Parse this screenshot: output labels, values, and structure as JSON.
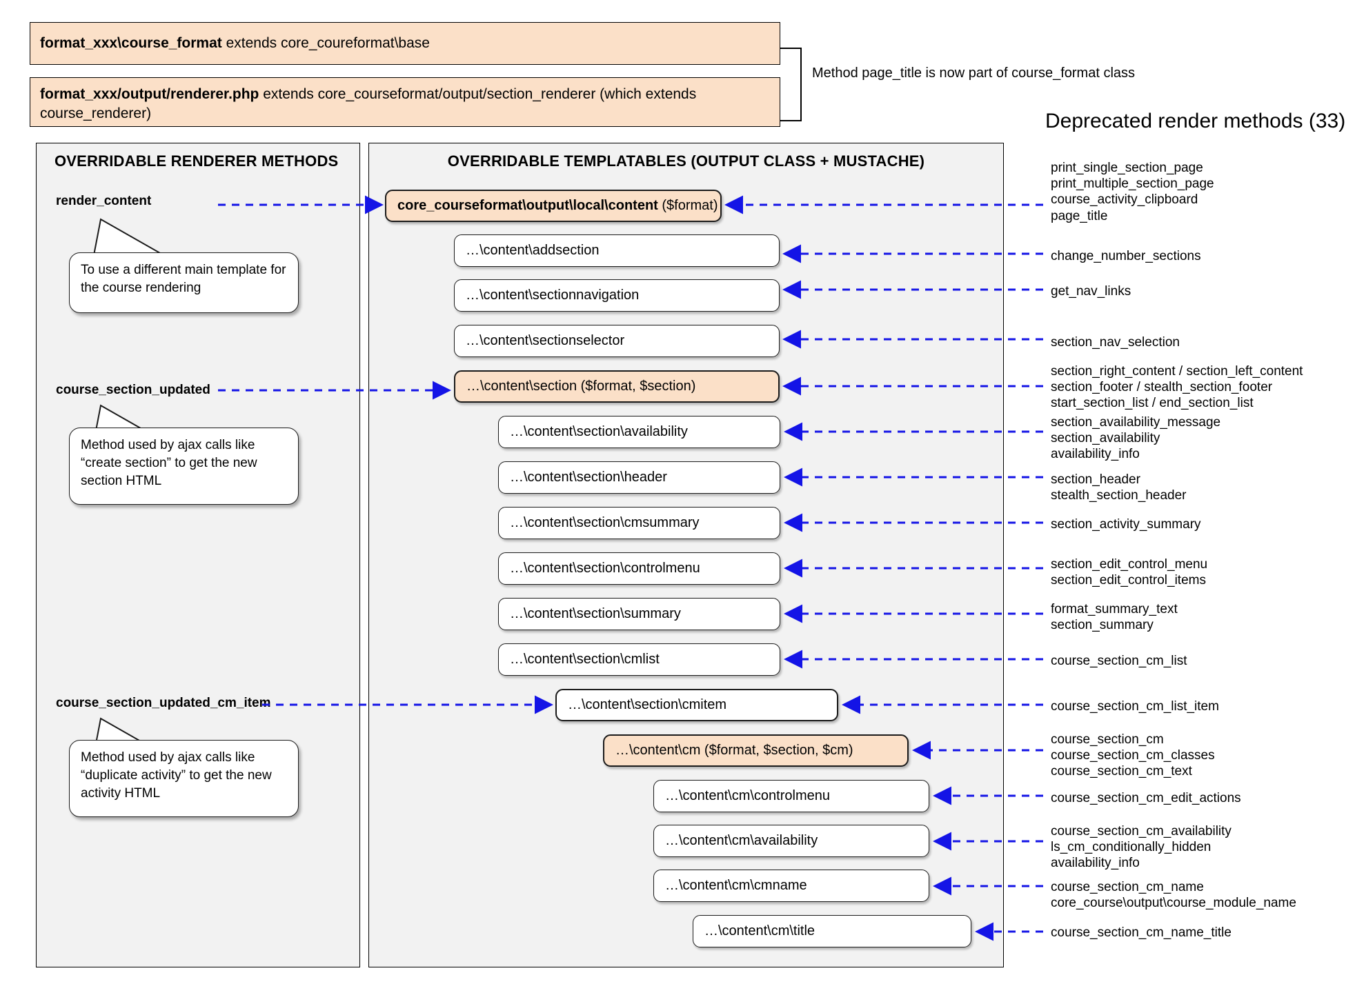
{
  "header": {
    "box1_bold": "format_xxx\\course_format",
    "box1_rest": " extends core_coureformat\\base",
    "box2_bold": "format_xxx/output/renderer.php",
    "box2_rest": " extends core_courseformat/output/section_renderer (which extends course_renderer)",
    "note": "Method page_title is now part of course_format class",
    "deprecated_title": "Deprecated render methods (33)"
  },
  "left_panel": {
    "title": "OVERRIDABLE RENDERER METHODS",
    "methods": [
      {
        "label": "render_content"
      },
      {
        "label": "course_section_updated"
      },
      {
        "label": "course_section_updated_cm_item"
      }
    ],
    "callouts": [
      {
        "line1": "To use a different main template for",
        "line2": "the course rendering",
        "line3": ""
      },
      {
        "line1": "Method used by ajax calls like",
        "line2": "“create section” to get the new",
        "line3": "section HTML"
      },
      {
        "line1": "Method used by ajax calls like",
        "line2": "“duplicate activity” to get the new",
        "line3": "activity HTML"
      }
    ]
  },
  "center_panel": {
    "title": "OVERRIDABLE TEMPLATABLES (OUTPUT CLASS + MUSTACHE)",
    "boxes": [
      {
        "bold": "core_courseformat\\output\\local\\content",
        "rest": " ($format)"
      },
      {
        "bold": "",
        "rest": "…\\content\\addsection"
      },
      {
        "bold": "",
        "rest": "…\\content\\sectionnavigation"
      },
      {
        "bold": "",
        "rest": "…\\content\\sectionselector"
      },
      {
        "bold": "",
        "rest": "…\\content\\section ($format, $section)"
      },
      {
        "bold": "",
        "rest": "…\\content\\section\\availability"
      },
      {
        "bold": "",
        "rest": "…\\content\\section\\header"
      },
      {
        "bold": "",
        "rest": "…\\content\\section\\cmsummary"
      },
      {
        "bold": "",
        "rest": "…\\content\\section\\controlmenu"
      },
      {
        "bold": "",
        "rest": "…\\content\\section\\summary"
      },
      {
        "bold": "",
        "rest": "…\\content\\section\\cmlist"
      },
      {
        "bold": "",
        "rest": "…\\content\\section\\cmitem"
      },
      {
        "bold": "",
        "rest": "…\\content\\cm ($format, $section, $cm)"
      },
      {
        "bold": "",
        "rest": "…\\content\\cm\\controlmenu"
      },
      {
        "bold": "",
        "rest": "…\\content\\cm\\availability"
      },
      {
        "bold": "",
        "rest": "…\\content\\cm\\cmname"
      },
      {
        "bold": "",
        "rest": "…\\content\\cm\\title"
      }
    ]
  },
  "deprecated_methods": [
    {
      "lines": [
        "print_single_section_page",
        "print_multiple_section_page",
        "course_activity_clipboard",
        "page_title"
      ]
    },
    {
      "lines": [
        "change_number_sections"
      ]
    },
    {
      "lines": [
        "get_nav_links"
      ]
    },
    {
      "lines": [
        "section_nav_selection"
      ]
    },
    {
      "lines": [
        "section_right_content / section_left_content",
        "section_footer / stealth_section_footer",
        "start_section_list / end_section_list"
      ]
    },
    {
      "lines": [
        "section_availability_message",
        "section_availability",
        "availability_info"
      ]
    },
    {
      "lines": [
        "section_header",
        "stealth_section_header"
      ]
    },
    {
      "lines": [
        "section_activity_summary"
      ]
    },
    {
      "lines": [
        "section_edit_control_menu",
        "section_edit_control_items"
      ]
    },
    {
      "lines": [
        "format_summary_text",
        "section_summary"
      ]
    },
    {
      "lines": [
        "course_section_cm_list"
      ]
    },
    {
      "lines": [
        "course_section_cm_list_item"
      ]
    },
    {
      "lines": [
        "course_section_cm",
        "course_section_cm_classes",
        "course_section_cm_text"
      ]
    },
    {
      "lines": [
        "course_section_cm_edit_actions"
      ]
    },
    {
      "lines": [
        "course_section_cm_availability",
        "ls_cm_conditionally_hidden",
        "availability_info"
      ]
    },
    {
      "lines": [
        "course_section_cm_name",
        "core_course\\output\\course_module_name"
      ]
    },
    {
      "lines": [
        "course_section_cm_name_title"
      ]
    }
  ],
  "colors": {
    "accent_fill": "#fbe0c8",
    "panel_fill": "#f2f2f2",
    "arrow": "#1414e6",
    "outline": "#000000"
  }
}
